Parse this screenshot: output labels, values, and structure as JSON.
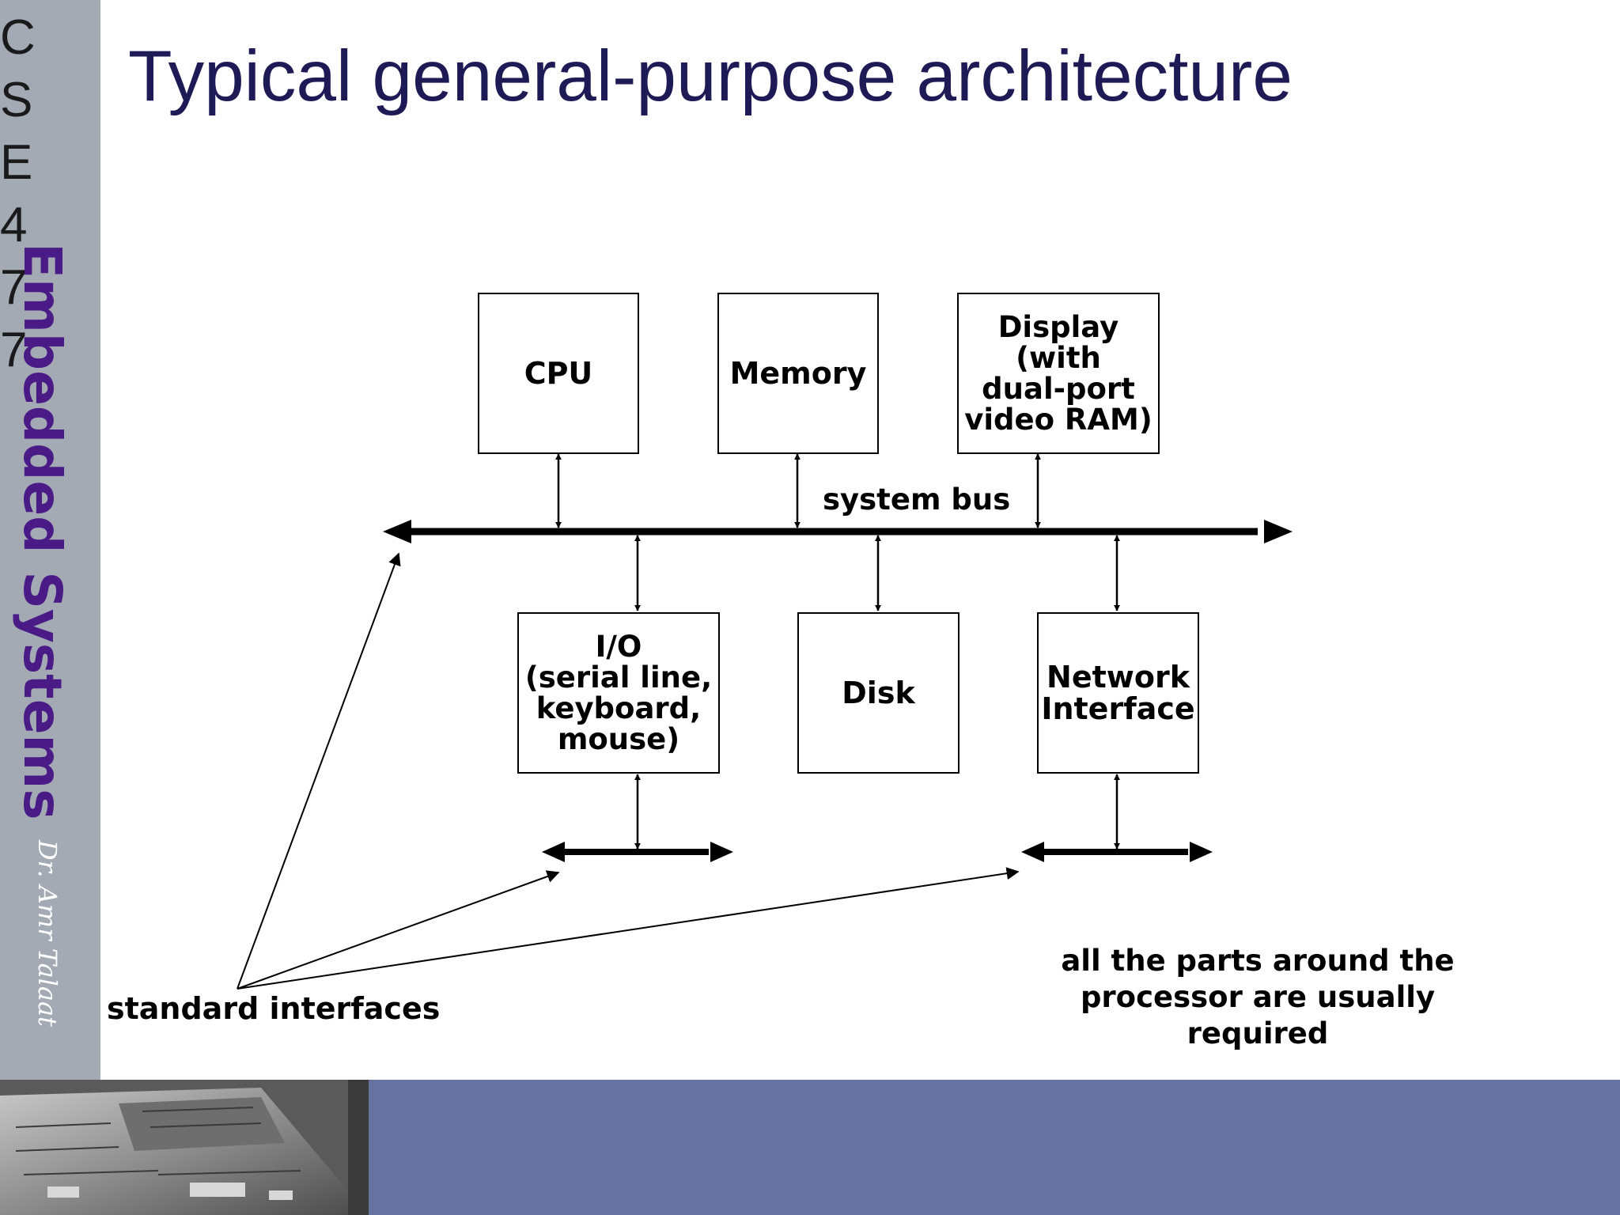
{
  "slide": {
    "title": "Typical general-purpose architecture",
    "sidebar": {
      "course_code": [
        "C",
        "S",
        "E",
        "4",
        "7",
        "7"
      ],
      "course_name": "Embedded Systems",
      "author": "Dr. Amr Talaat"
    },
    "colors": {
      "sidebar": "#a3aab4",
      "footer_band": "#6672a0",
      "title": "#1e1a55",
      "course_name": "#4a1a86"
    }
  },
  "diagram": {
    "top_components": [
      {
        "id": "cpu",
        "label": "CPU"
      },
      {
        "id": "memory",
        "label": "Memory"
      },
      {
        "id": "display",
        "label": "Display\n(with\ndual-port\nvideo RAM)"
      }
    ],
    "bottom_components": [
      {
        "id": "io",
        "label": "I/O\n(serial line,\nkeyboard,\nmouse)"
      },
      {
        "id": "disk",
        "label": "Disk"
      },
      {
        "id": "network",
        "label": "Network\nInterface"
      }
    ],
    "bus_label": "system bus",
    "interfaces_label": "standard interfaces",
    "note": "all the parts around the\nprocessor are usually required"
  }
}
